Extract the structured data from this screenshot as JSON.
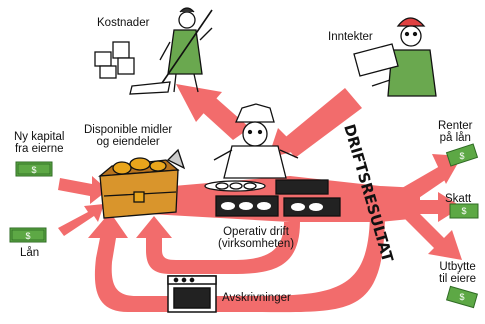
{
  "labels": {
    "costs": "Kostnader",
    "income": "Inntekter",
    "new_capital_l1": "Ny kapital",
    "new_capital_l2": "fra eierne",
    "assets_l1": "Disponible midler",
    "assets_l2": "og eiendeler",
    "loans": "Lån",
    "operations_l1": "Operativ drift",
    "operations_l2": "(virksomheten)",
    "depreciation": "Avskrivninger",
    "operating_result": "DRIFTSRESULTAT",
    "interest_l1": "Renter",
    "interest_l2": "på lån",
    "tax": "Skatt",
    "dividend_l1": "Utbytte",
    "dividend_l2": "til eiere"
  },
  "bills": {
    "symbol": "$"
  },
  "colors": {
    "arrow": "#f26c6c",
    "arrow_dark": "#ec5a5a",
    "money": "#5da845",
    "money_dark": "#2f6b24",
    "gold": "#e9a51c",
    "chest": "#d9952c",
    "text": "#111111"
  }
}
